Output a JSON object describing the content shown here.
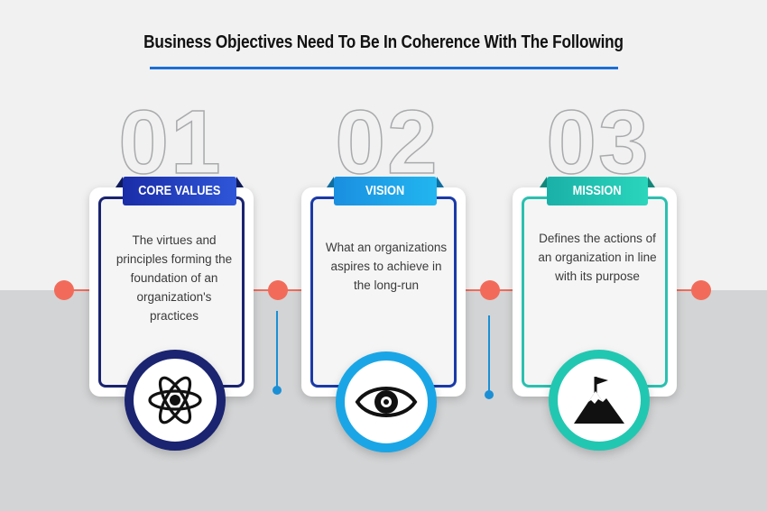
{
  "title": "Business Objectives Need To Be In Coherence With The Following",
  "colors": {
    "title_rule": "#1a6fd8",
    "timeline": "#f26b5a",
    "core_values_dark": "#1a2470",
    "core_values_banner": "#1b3fbf",
    "vision": "#1aa6e6",
    "mission": "#22c7b1"
  },
  "items": [
    {
      "number": "01",
      "label": "CORE VALUES",
      "text": "The virtues and principles forming the foundation of an organization's practices",
      "icon": "atom-icon"
    },
    {
      "number": "02",
      "label": "VISION",
      "text": "What an organizations aspires to achieve in the long-run",
      "icon": "eye-icon"
    },
    {
      "number": "03",
      "label": "MISSION",
      "text": "Defines the actions of an organization in line with its purpose",
      "icon": "mountain-flag-icon"
    }
  ]
}
